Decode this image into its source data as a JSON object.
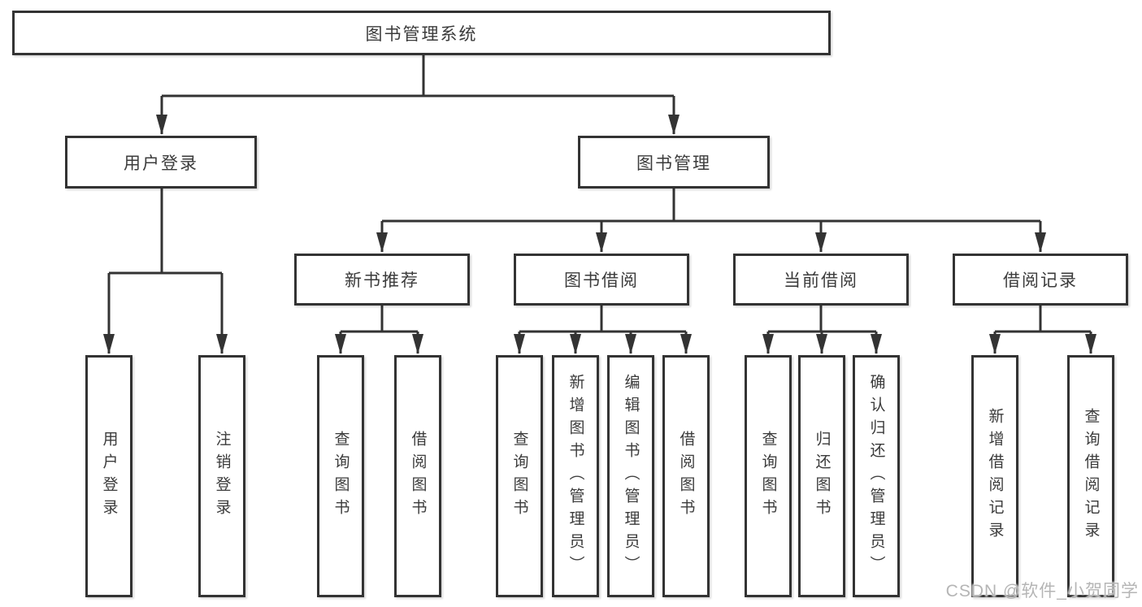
{
  "diagram": {
    "root": {
      "label": "图书管理系统"
    },
    "branches": [
      {
        "label": "用户登录",
        "children": [
          "用户登录",
          "注销登录"
        ]
      },
      {
        "label": "图书管理"
      }
    ],
    "sections": [
      {
        "label": "新书推荐",
        "children": [
          "查询图书",
          "借阅图书"
        ]
      },
      {
        "label": "图书借阅",
        "children": [
          "查询图书",
          "新增图书（管理员）",
          "编辑图书（管理员）",
          "借阅图书"
        ]
      },
      {
        "label": "当前借阅",
        "children": [
          "查询图书",
          "归还图书",
          "确认归还（管理员）"
        ]
      },
      {
        "label": "借阅记录",
        "children": [
          "新增借阅记录",
          "查询借阅记录"
        ]
      }
    ]
  },
  "watermark": "CSDN @软件_小贺同学",
  "colors": {
    "line": "#333333",
    "box_border": "#333333",
    "text": "#3b3b3b",
    "watermark": "#b5b5b5",
    "background": "#ffffff"
  }
}
